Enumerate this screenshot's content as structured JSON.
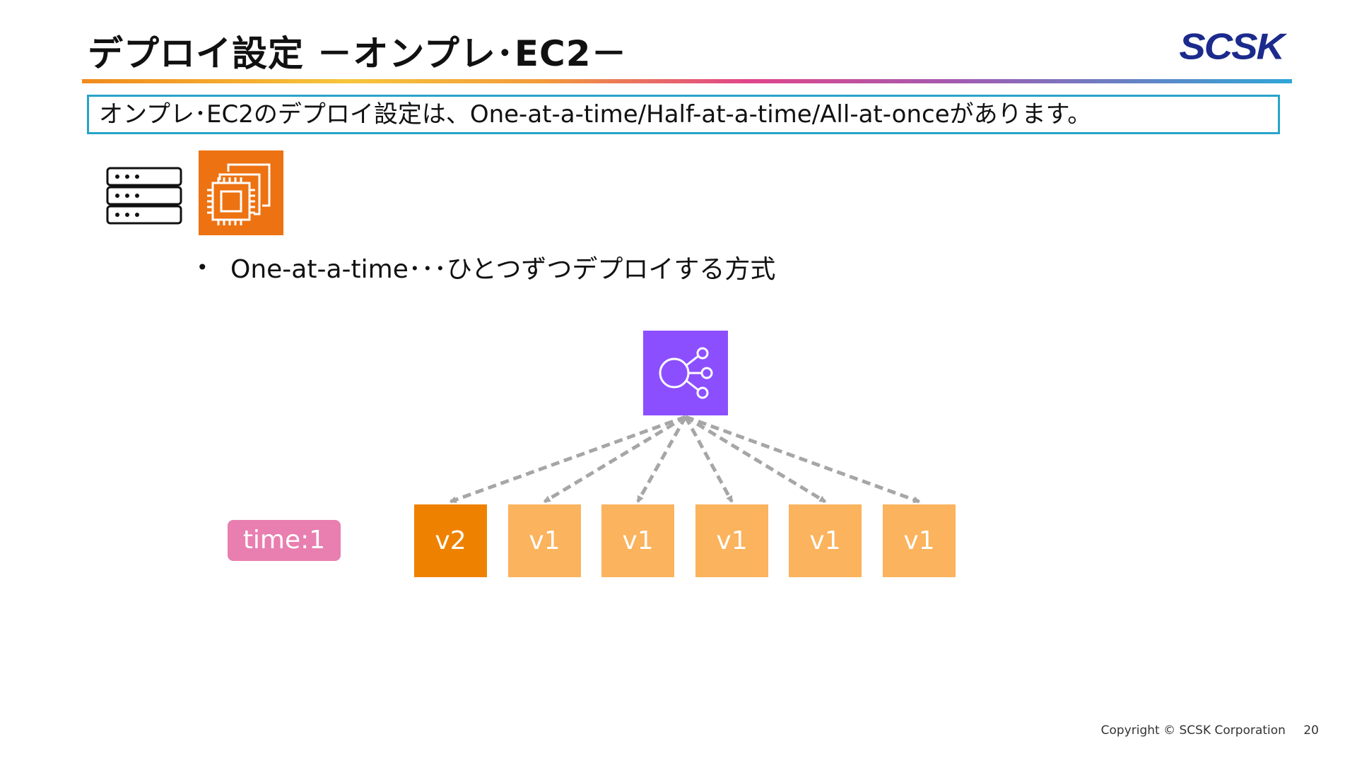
{
  "header": {
    "title": "デプロイ設定 －オンプレ･EC2－",
    "logo": "SCSK"
  },
  "summary": "オンプレ･EC2のデプロイ設定は、One-at-a-time/Half-at-a-time/All-at-onceがあります。",
  "icons": {
    "server": "server-rack-icon",
    "ec2": "ec2-instance-icon",
    "load_balancer": "load-balancer-icon"
  },
  "bullet": {
    "marker": "•",
    "text": "One-at-a-time･･･ひとつずつデプロイする方式"
  },
  "time_badge": "time:1",
  "instances": [
    {
      "label": "v2",
      "status": "deployed",
      "color": "#ef8100"
    },
    {
      "label": "v1",
      "status": "pending",
      "color": "#fbb35d"
    },
    {
      "label": "v1",
      "status": "pending",
      "color": "#fbb35d"
    },
    {
      "label": "v1",
      "status": "pending",
      "color": "#fbb35d"
    },
    {
      "label": "v1",
      "status": "pending",
      "color": "#fbb35d"
    },
    {
      "label": "v1",
      "status": "pending",
      "color": "#fbb35d"
    }
  ],
  "footer": {
    "copyright": "Copyright © SCSK Corporation",
    "page_number": "20"
  },
  "colors": {
    "accent_box": "#27a4c9",
    "ec2": "#ed7211",
    "elb": "#8c4fff",
    "badge": "#e87fb0",
    "logo": "#1b2a8c",
    "arrow": "#a6a6a6"
  }
}
